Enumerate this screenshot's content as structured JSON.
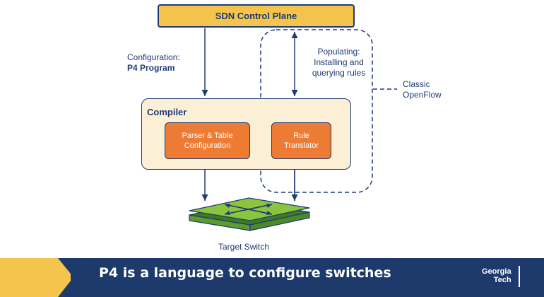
{
  "diagram": {
    "control_plane": "SDN Control Plane",
    "configuration_label": "Configuration:",
    "program_label": "P4 Program",
    "populating_lines": [
      "Populating:",
      "Installing and",
      "querying rules"
    ],
    "classic_lines": [
      "Classic",
      "OpenFlow"
    ],
    "compiler_label": "Compiler",
    "parser_lines": [
      "Parser & Table",
      "Configuration"
    ],
    "rule_lines": [
      "Rule",
      "Translator"
    ],
    "switch_label": "Target Switch"
  },
  "footer": {
    "title": "P4 is a language to configure switches",
    "logo_lines": [
      "Georgia",
      "Tech"
    ]
  },
  "colors": {
    "navy": "#1e3a6d",
    "gold": "#f5c44c",
    "orange": "#ee7b33",
    "compiler_fill": "#fbf0d6",
    "switch_green": "#8bc53f"
  }
}
